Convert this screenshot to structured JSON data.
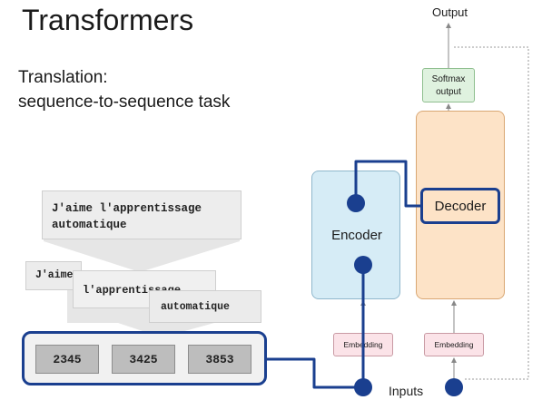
{
  "title": "Transformers",
  "subtitle": {
    "line1": "Translation:",
    "line2": "sequence-to-sequence task"
  },
  "input_sentence": {
    "line1": "J'aime l'apprentissage",
    "line2": "automatique"
  },
  "word_tokens": [
    "J'aime",
    "l'apprentissage",
    "automatique"
  ],
  "token_ids": [
    "2345",
    "3425",
    "3853"
  ],
  "architecture": {
    "encoder_label": "Encoder",
    "decoder_label": "Decoder",
    "softmax_line1": "Softmax",
    "softmax_line2": "output",
    "embedding_label": "Embedding",
    "output_label": "Output",
    "inputs_label": "Inputs"
  },
  "colors": {
    "accent_blue": "#1a3f8f",
    "encoder_fill": "#d6ecf6",
    "decoder_fill": "#fde3c7",
    "softmax_fill": "#dff2df",
    "embedding_fill": "#fbe3e8"
  }
}
